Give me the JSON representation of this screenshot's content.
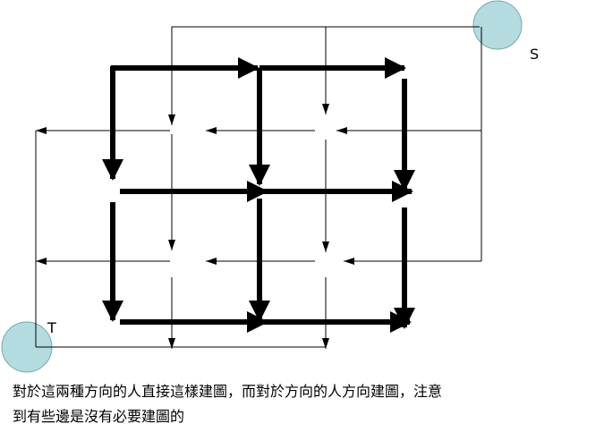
{
  "nodes": {
    "source": {
      "label": "S",
      "fill": "#b4dbe0"
    },
    "sink": {
      "label": "T",
      "fill": "#b4dbe0"
    }
  },
  "colors": {
    "edge": "#000000",
    "background": "#ffffff"
  },
  "caption": {
    "line1": "對於這兩種方向的人直接這樣建圖，而對於方向的人方向建圖，注意",
    "line2": "到有些邊是沒有必要建圖的"
  }
}
